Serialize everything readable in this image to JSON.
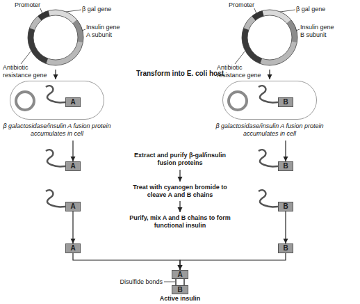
{
  "diagram": {
    "nodes": [
      {
        "text": [
          "β galactosidase/insulin A fusion protein accumulates in cell"
        ]
      },
      {
        "text": [
          "A"
        ],
        "in": 0
      },
      {
        "text": [
          "β galactosidase/insulin A fusion protein accumulates in cell"
        ]
      },
      {
        "text": [
          "B"
        ],
        "in": 2
      },
      {
        "text": [
          "A"
        ]
      },
      {
        "text": [
          "B"
        ]
      },
      {
        "text": [
          "A"
        ]
      },
      {
        "text": [
          "B"
        ]
      },
      {
        "text": [
          "A"
        ]
      },
      {
        "text": [
          "B"
        ]
      },
      {
        "text": [
          "A"
        ]
      },
      {
        "text": [
          "B"
        ]
      }
    ],
    "edges": [
      {
        "from": 0,
        "to": 4,
        "arrow": "to"
      },
      {
        "from": 2,
        "to": 5,
        "arrow": "to"
      },
      {
        "from": 6,
        "to": 8,
        "arrow": "to"
      },
      {
        "from": 7,
        "to": 9,
        "arrow": "to"
      },
      {
        "from": 8,
        "to": 10,
        "arrow": "to"
      },
      {
        "from": 9,
        "to": 10,
        "arrow": "to"
      }
    ],
    "labels": [
      "Promoter",
      "β gal gene",
      "Insulin gene A subunit",
      "Antibiotic resistance gene",
      "Promoter",
      "β gal gene",
      "Insulin gene B subunit",
      "Antibiotic resistance gene",
      "Transform into E. coli host",
      "Extract and purify β-gal/insulin fusion proteins",
      "Treat with cyanogen bromide to cleave A and B chains",
      "Purify, mix A and B chains to form functional insulin",
      "Disulfide bonds",
      "Active insulin"
    ]
  }
}
